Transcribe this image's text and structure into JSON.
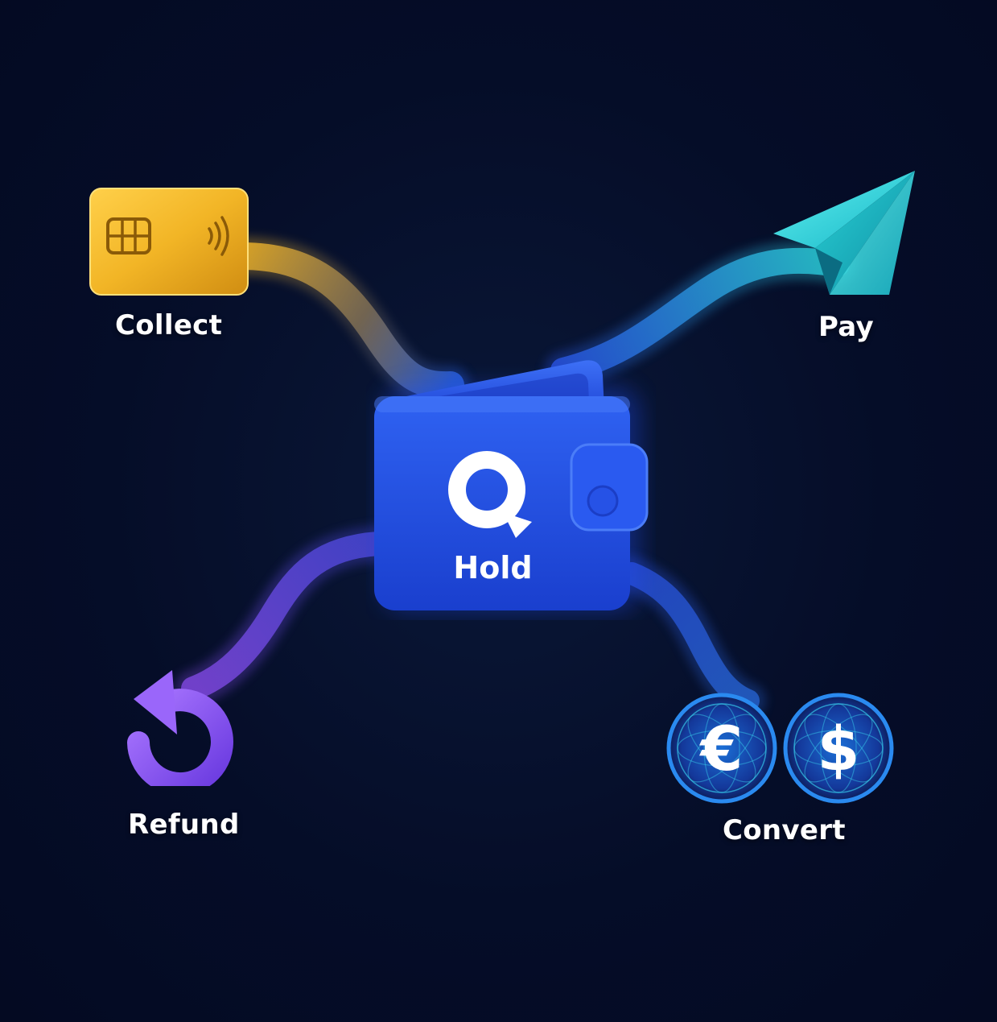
{
  "center": {
    "label": "Hold",
    "icon": "wallet-icon",
    "logo": "q-logo-icon"
  },
  "nodes": [
    {
      "id": "collect",
      "label": "Collect",
      "icon": "card-icon"
    },
    {
      "id": "pay",
      "label": "Pay",
      "icon": "paper-plane-icon"
    },
    {
      "id": "refund",
      "label": "Refund",
      "icon": "refund-arrow-icon"
    },
    {
      "id": "convert",
      "label": "Convert",
      "icon": "currency-icon"
    }
  ],
  "currency": {
    "euro_symbol": "€",
    "dollar_symbol": "$"
  },
  "colors": {
    "background": "#050d28",
    "collect": "#f0b428",
    "pay": "#2ad4d6",
    "refund": "#8a4df0",
    "convert": "#2a63e8",
    "wallet": "#1f4ee0"
  }
}
